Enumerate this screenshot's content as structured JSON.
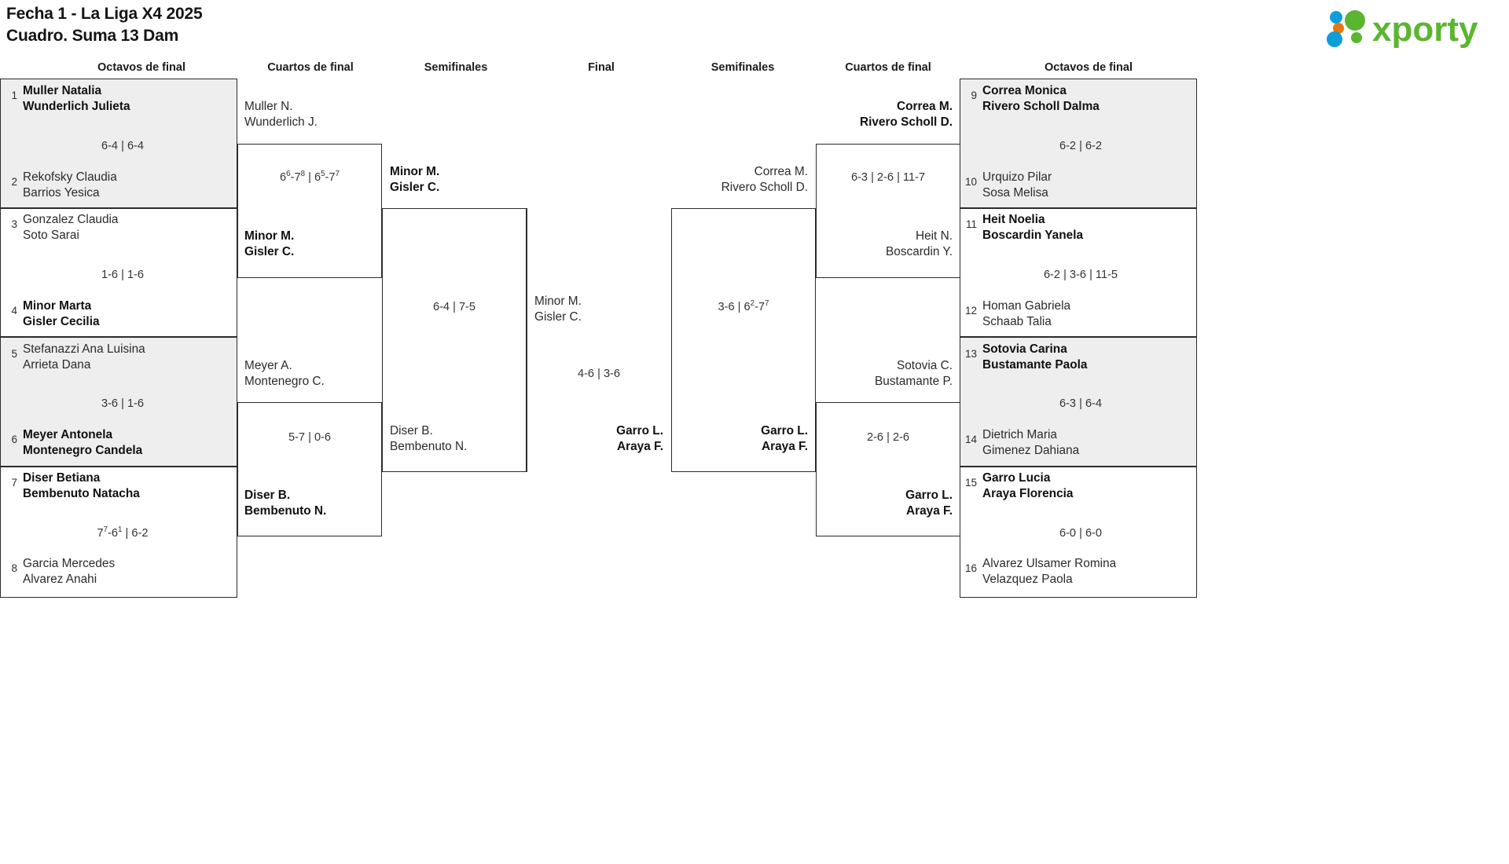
{
  "header": {
    "title_line1": "Fecha 1 - La Liga X4 2025",
    "title_line2": "Cuadro. Suma 13 Dam",
    "logo_text": "xporty",
    "logo_colors": {
      "green": "#5cb531",
      "blue": "#0d9ddb",
      "orange": "#e8760c"
    }
  },
  "round_labels": {
    "l_r16": "Octavos de final",
    "l_qf": "Cuartos de final",
    "l_sf": "Semifinales",
    "final": "Final",
    "r_sf": "Semifinales",
    "r_qf": "Cuartos de final",
    "r_r16": "Octavos de final"
  },
  "left": {
    "r16": [
      {
        "seed": "1",
        "p1": "Muller Natalia",
        "p2": "Wunderlich Julieta",
        "winner": true
      },
      {
        "seed": "2",
        "p1": "Rekofsky Claudia",
        "p2": "Barrios Yesica",
        "winner": false
      },
      {
        "seed": "3",
        "p1": "Gonzalez Claudia",
        "p2": "Soto Sarai",
        "winner": false
      },
      {
        "seed": "4",
        "p1": "Minor Marta",
        "p2": "Gisler Cecilia",
        "winner": true
      },
      {
        "seed": "5",
        "p1": "Stefanazzi Ana Luisina",
        "p2": "Arrieta Dana",
        "winner": false
      },
      {
        "seed": "6",
        "p1": "Meyer Antonela",
        "p2": "Montenegro Candela",
        "winner": true
      },
      {
        "seed": "7",
        "p1": "Diser Betiana",
        "p2": "Bembenuto Natacha",
        "winner": true
      },
      {
        "seed": "8",
        "p1": "Garcia Mercedes",
        "p2": "Alvarez Anahi",
        "winner": false
      }
    ],
    "r16_scores": [
      {
        "sets": [
          {
            "a": "6",
            "b": "4"
          },
          {
            "a": "6",
            "b": "4"
          }
        ]
      },
      {
        "sets": [
          {
            "a": "1",
            "b": "6"
          },
          {
            "a": "1",
            "b": "6"
          }
        ]
      },
      {
        "sets": [
          {
            "a": "3",
            "b": "6"
          },
          {
            "a": "1",
            "b": "6"
          }
        ]
      },
      {
        "sets": [
          {
            "a": "7",
            "asup": "7",
            "b": "6",
            "bsup": "1"
          },
          {
            "a": "6",
            "b": "2"
          }
        ]
      }
    ],
    "qf": [
      {
        "p1": "Muller N.",
        "p2": "Wunderlich J.",
        "winner": false
      },
      {
        "p1": "Minor M.",
        "p2": "Gisler C.",
        "winner": true
      },
      {
        "p1": "Meyer A.",
        "p2": "Montenegro C.",
        "winner": false
      },
      {
        "p1": "Diser B.",
        "p2": "Bembenuto N.",
        "winner": true
      }
    ],
    "qf_scores": [
      {
        "sets": [
          {
            "a": "6",
            "asup": "6",
            "b": "7",
            "bsup": "8"
          },
          {
            "a": "6",
            "asup": "5",
            "b": "7",
            "bsup": "7"
          }
        ]
      },
      {
        "sets": [
          {
            "a": "5",
            "b": "7"
          },
          {
            "a": "0",
            "b": "6"
          }
        ]
      }
    ],
    "sf": [
      {
        "p1": "Minor M.",
        "p2": "Gisler C.",
        "winner": true
      },
      {
        "p1": "Diser B.",
        "p2": "Bembenuto N.",
        "winner": false
      }
    ],
    "sf_scores": [
      {
        "sets": [
          {
            "a": "6",
            "b": "4"
          },
          {
            "a": "7",
            "b": "5"
          }
        ]
      }
    ]
  },
  "final": {
    "top": {
      "p1": "Minor M.",
      "p2": "Gisler C.",
      "winner": false
    },
    "bottom": {
      "p1": "Garro L.",
      "p2": "Araya F.",
      "winner": true
    },
    "score": {
      "sets": [
        {
          "a": "4",
          "b": "6"
        },
        {
          "a": "3",
          "b": "6"
        }
      ]
    }
  },
  "right": {
    "r16": [
      {
        "seed": "9",
        "p1": "Correa Monica",
        "p2": "Rivero Scholl Dalma",
        "winner": true
      },
      {
        "seed": "10",
        "p1": "Urquizo Pilar",
        "p2": "Sosa Melisa",
        "winner": false
      },
      {
        "seed": "11",
        "p1": "Heit Noelia",
        "p2": "Boscardin Yanela",
        "winner": true
      },
      {
        "seed": "12",
        "p1": "Homan Gabriela",
        "p2": "Schaab Talia",
        "winner": false
      },
      {
        "seed": "13",
        "p1": "Sotovia Carina",
        "p2": "Bustamante Paola",
        "winner": true
      },
      {
        "seed": "14",
        "p1": "Dietrich Maria",
        "p2": "Gimenez Dahiana",
        "winner": false
      },
      {
        "seed": "15",
        "p1": "Garro Lucia",
        "p2": "Araya Florencia",
        "winner": true
      },
      {
        "seed": "16",
        "p1": "Alvarez Ulsamer Romina",
        "p2": "Velazquez Paola",
        "winner": false
      }
    ],
    "r16_scores": [
      {
        "sets": [
          {
            "a": "6",
            "b": "2"
          },
          {
            "a": "6",
            "b": "2"
          }
        ]
      },
      {
        "sets": [
          {
            "a": "6",
            "b": "2"
          },
          {
            "a": "3",
            "b": "6"
          },
          {
            "a": "11",
            "b": "5"
          }
        ]
      },
      {
        "sets": [
          {
            "a": "6",
            "b": "3"
          },
          {
            "a": "6",
            "b": "4"
          }
        ]
      },
      {
        "sets": [
          {
            "a": "6",
            "b": "0"
          },
          {
            "a": "6",
            "b": "0"
          }
        ]
      }
    ],
    "qf": [
      {
        "p1": "Correa M.",
        "p2": "Rivero Scholl D.",
        "winner": true
      },
      {
        "p1": "Heit N.",
        "p2": "Boscardin Y.",
        "winner": false
      },
      {
        "p1": "Sotovia C.",
        "p2": "Bustamante P.",
        "winner": false
      },
      {
        "p1": "Garro L.",
        "p2": "Araya F.",
        "winner": true
      }
    ],
    "qf_scores": [
      {
        "sets": [
          {
            "a": "6",
            "b": "3"
          },
          {
            "a": "2",
            "b": "6"
          },
          {
            "a": "11",
            "b": "7"
          }
        ]
      },
      {
        "sets": [
          {
            "a": "2",
            "b": "6"
          },
          {
            "a": "2",
            "b": "6"
          }
        ]
      }
    ],
    "sf": [
      {
        "p1": "Correa M.",
        "p2": "Rivero Scholl D.",
        "winner": false
      },
      {
        "p1": "Garro L.",
        "p2": "Araya F.",
        "winner": true
      }
    ],
    "sf_scores": [
      {
        "sets": [
          {
            "a": "3",
            "b": "6"
          },
          {
            "a": "6",
            "asup": "2",
            "b": "7",
            "bsup": "7"
          }
        ]
      }
    ]
  }
}
